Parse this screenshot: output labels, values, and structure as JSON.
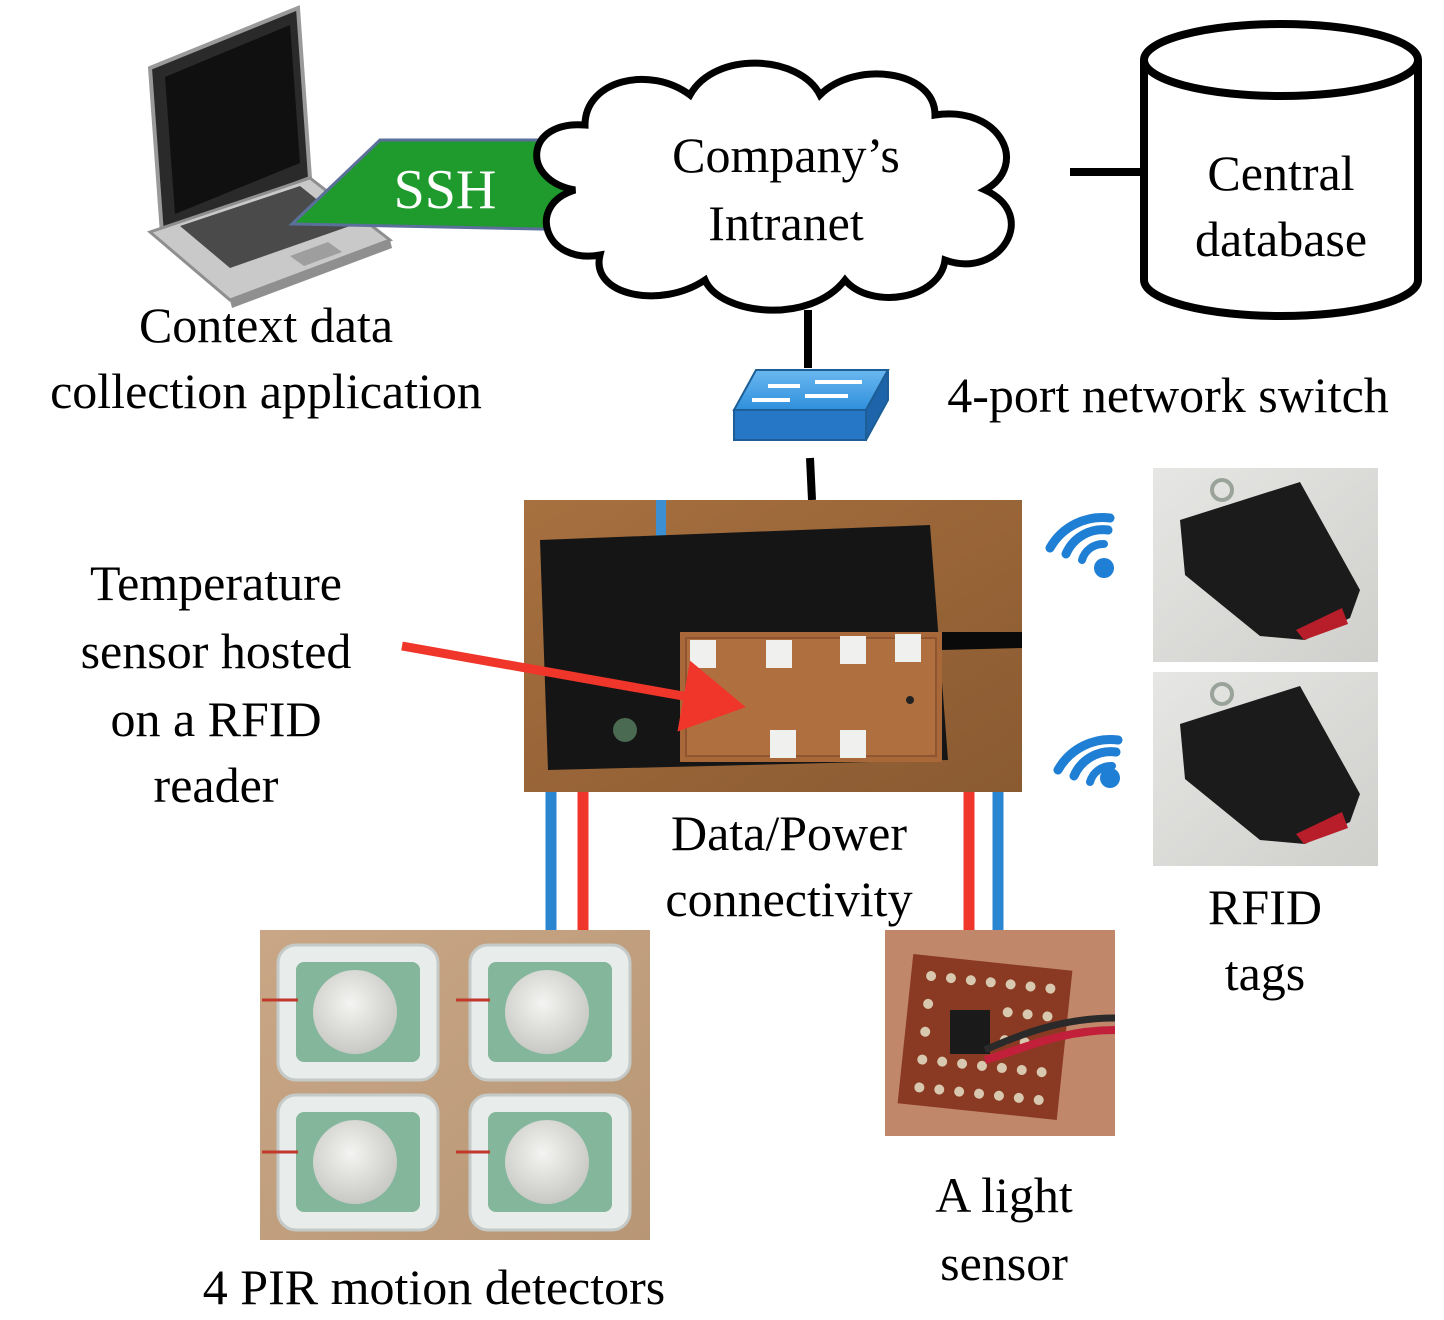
{
  "labels": {
    "ssh": "SSH",
    "intranet_line1": "Company’s",
    "intranet_line2": "Intranet",
    "database_line1": "Central",
    "database_line2": "database",
    "app_line1": "Context data",
    "app_line2": "collection application",
    "switch": "4-port network switch",
    "temp_line1": "Temperature",
    "temp_line2": "sensor hosted",
    "temp_line3": "on a RFID",
    "temp_line4": "reader",
    "connectivity_line1": "Data/Power",
    "connectivity_line2": "connectivity",
    "tags_line1": "RFID",
    "tags_line2": "tags",
    "pir": "4 PIR motion detectors",
    "light_line1": "A light",
    "light_line2": "sensor"
  },
  "icons": {
    "laptop": "laptop-icon",
    "cloud": "cloud-icon",
    "database": "database-cylinder-icon",
    "switch": "network-switch-icon",
    "wifi": "wireless-signal-icon"
  },
  "colors": {
    "ssh_band": "#1f9a2c",
    "arrow": "#f0352a",
    "wire_red": "#f0352a",
    "wire_blue": "#2a86d0",
    "switch_blue": "#2e8fd6",
    "wifi_blue": "#1f7fd4"
  }
}
